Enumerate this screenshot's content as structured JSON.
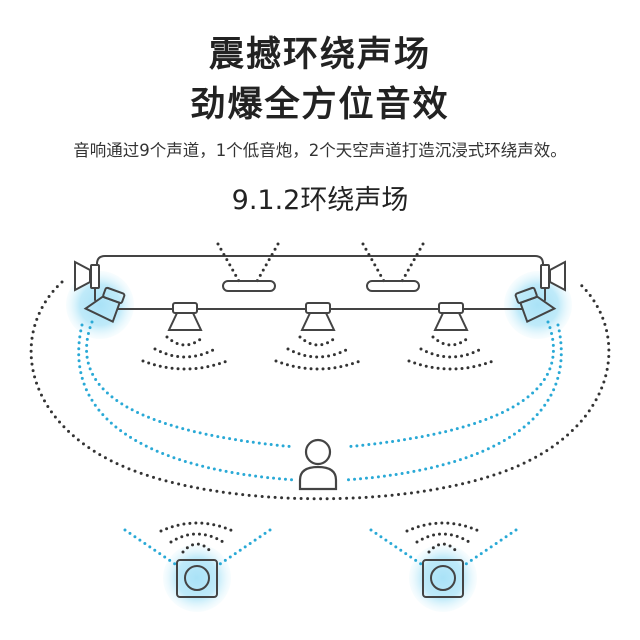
{
  "headline": {
    "line1": "震撼环绕声场",
    "line2": "劲爆全方位音效"
  },
  "description": "音响通过9个声道，1个低音炮，2个天空声道打造沉浸式环绕声效。",
  "section_title": "9.1.2环绕声场",
  "colors": {
    "accent": "#29a9d6",
    "glow": "#bde9f7",
    "line": "#444444"
  }
}
